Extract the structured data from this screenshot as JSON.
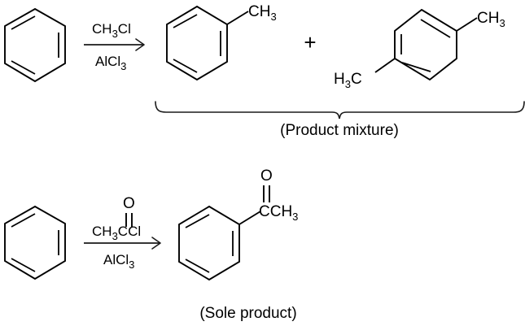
{
  "diagram": {
    "title": "Friedel-Crafts alkylation versus acylation of benzene",
    "background_color": "#ffffff",
    "line_color": "#000000"
  },
  "reaction_1": {
    "name": "friedel-crafts-alkylation",
    "reactant": {
      "name": "benzene",
      "structure": "benzene-ring"
    },
    "reagents": {
      "above_arrow": "CH",
      "above_arrow_sub": "3",
      "above_arrow_tail": "Cl",
      "below_arrow": "AlCl",
      "below_arrow_sub": "3"
    },
    "products": [
      {
        "name": "toluene",
        "substituent": "CH",
        "substituent_sub": "3"
      },
      {
        "name": "para-xylene",
        "substituent_right": "CH",
        "substituent_right_sub": "3",
        "substituent_left": "H",
        "substituent_left_sub": "3",
        "substituent_left_tail": "C"
      }
    ],
    "plus_sign": "+",
    "caption": "(Product mixture)"
  },
  "reaction_2": {
    "name": "friedel-crafts-acylation",
    "reactant": {
      "name": "benzene",
      "structure": "benzene-ring"
    },
    "reagents": {
      "carbonyl_oxygen": "O",
      "above_arrow": "CH",
      "above_arrow_sub": "3",
      "above_arrow_tail": "CCl",
      "below_arrow": "AlCl",
      "below_arrow_sub": "3"
    },
    "product": {
      "name": "acetophenone",
      "carbonyl_oxygen": "O",
      "acyl_group": "CCH",
      "acyl_group_sub": "3"
    },
    "caption": "(Sole product)"
  }
}
